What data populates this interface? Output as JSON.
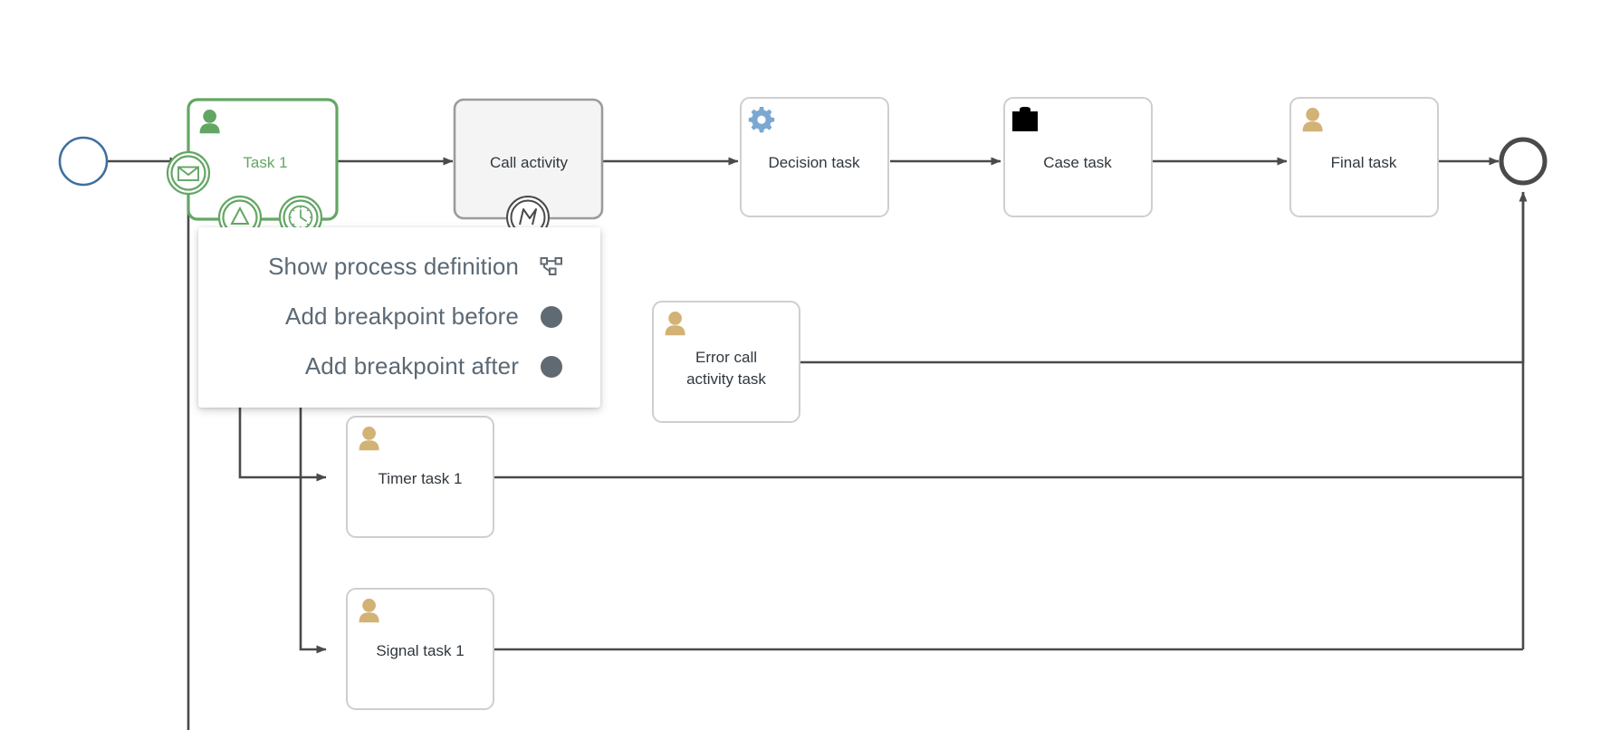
{
  "diagram": {
    "type": "bpmn-process-diagram",
    "background": "#ffffff",
    "colors": {
      "connector": "#4a4a4a",
      "shape_border": "#cfcfcf",
      "highlight_green": "#63a664",
      "start_event_blue": "#3f6f9f",
      "end_event_black": "#4a4a4a",
      "person_icon_tan": "#d2b275",
      "gear_icon_blue": "#7aa8d2",
      "briefcase_icon_black": "#000000",
      "call_activity_fill": "#f4f4f4",
      "call_activity_border": "#9b9b9b",
      "label_text": "#30373d",
      "menu_text": "#5b6975",
      "menu_icon": "#606a72"
    },
    "nodes": [
      {
        "id": "start-event",
        "kind": "start-event",
        "label": "",
        "icon": "none"
      },
      {
        "id": "task-1",
        "kind": "user-task",
        "label": "Task 1",
        "icon": "person-icon",
        "state": "active-highlighted"
      },
      {
        "id": "call-activity",
        "kind": "call-activity",
        "label": "Call activity",
        "icon": "none",
        "state": "selected"
      },
      {
        "id": "decision-task",
        "kind": "business-rule-task",
        "label": "Decision task",
        "icon": "gear-icon"
      },
      {
        "id": "case-task",
        "kind": "case-task",
        "label": "Case task",
        "icon": "briefcase-icon"
      },
      {
        "id": "final-task",
        "kind": "user-task",
        "label": "Final task",
        "icon": "person-icon"
      },
      {
        "id": "end-event",
        "kind": "end-event",
        "label": "",
        "icon": "none"
      },
      {
        "id": "error-call-activity-task",
        "kind": "user-task",
        "label_line1": "Error call",
        "label_line2": "activity task",
        "icon": "person-icon"
      },
      {
        "id": "timer-task-1",
        "kind": "user-task",
        "label": "Timer task 1",
        "icon": "person-icon"
      },
      {
        "id": "signal-task-1",
        "kind": "user-task",
        "label": "Signal task 1",
        "icon": "person-icon"
      }
    ],
    "boundary_events": [
      {
        "id": "message-boundary-event",
        "attached_to": "task-1",
        "icon": "envelope-icon",
        "color": "#63a664"
      },
      {
        "id": "signal-boundary-event",
        "attached_to": "task-1",
        "icon": "triangle-icon",
        "color": "#63a664"
      },
      {
        "id": "timer-boundary-event",
        "attached_to": "task-1",
        "icon": "clock-icon",
        "color": "#63a664"
      },
      {
        "id": "error-boundary-event",
        "attached_to": "call-activity",
        "icon": "lightning-bolt-icon",
        "color": "#4a4a4a"
      }
    ]
  },
  "context_menu": {
    "items": [
      {
        "label": "Show process definition",
        "icon": "sitemap-icon",
        "icon_name": "process-definition-icon"
      },
      {
        "label": "Add breakpoint before",
        "icon": "filled-circle",
        "icon_name": "breakpoint-dot-icon"
      },
      {
        "label": "Add breakpoint after",
        "icon": "filled-circle",
        "icon_name": "breakpoint-dot-icon"
      }
    ]
  }
}
